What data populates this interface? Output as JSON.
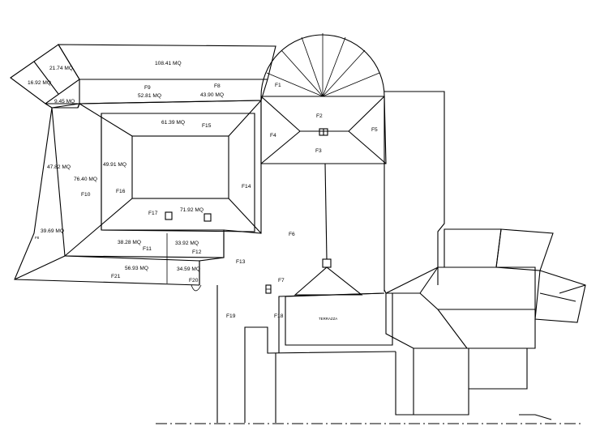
{
  "labels": {
    "a_21_74": "21.74  MQ",
    "a_16_92": "16.92  MQ",
    "a_9_45": "9.45  MQ",
    "a_108_41": "108.41  MQ",
    "f9": "F9",
    "f8": "F8",
    "a_52_81": "52.81  MQ",
    "a_43_90": "43.90  MQ",
    "f1": "F1",
    "f2": "F2",
    "f3": "F3",
    "f4": "F4",
    "f5": "F5",
    "a_61_39": "61.39     MQ",
    "f15": "F15",
    "a_47_82": "47.82  MQ",
    "a_76_40": "76.40     MQ",
    "a_49_91": "49.91  MQ",
    "f10": "F10",
    "f16": "F16",
    "f14": "F14",
    "f17": "F17",
    "a_71_92": "71.92  MQ",
    "f6": "F6",
    "a_39_69": "39.69  MQ",
    "f18_small": "F8",
    "a_38_28": "38.28  MQ",
    "a_33_92": "33.92  MQ",
    "f11": "F11",
    "f12": "F12",
    "f13": "F13",
    "a_56_93": "56.93  MQ",
    "a_34_59": "34.59  MQ",
    "f21": "F21",
    "f20": "F20",
    "f7": "F7",
    "f19": "F19",
    "f18": "F18",
    "terrazza": "TERRAZZA"
  }
}
